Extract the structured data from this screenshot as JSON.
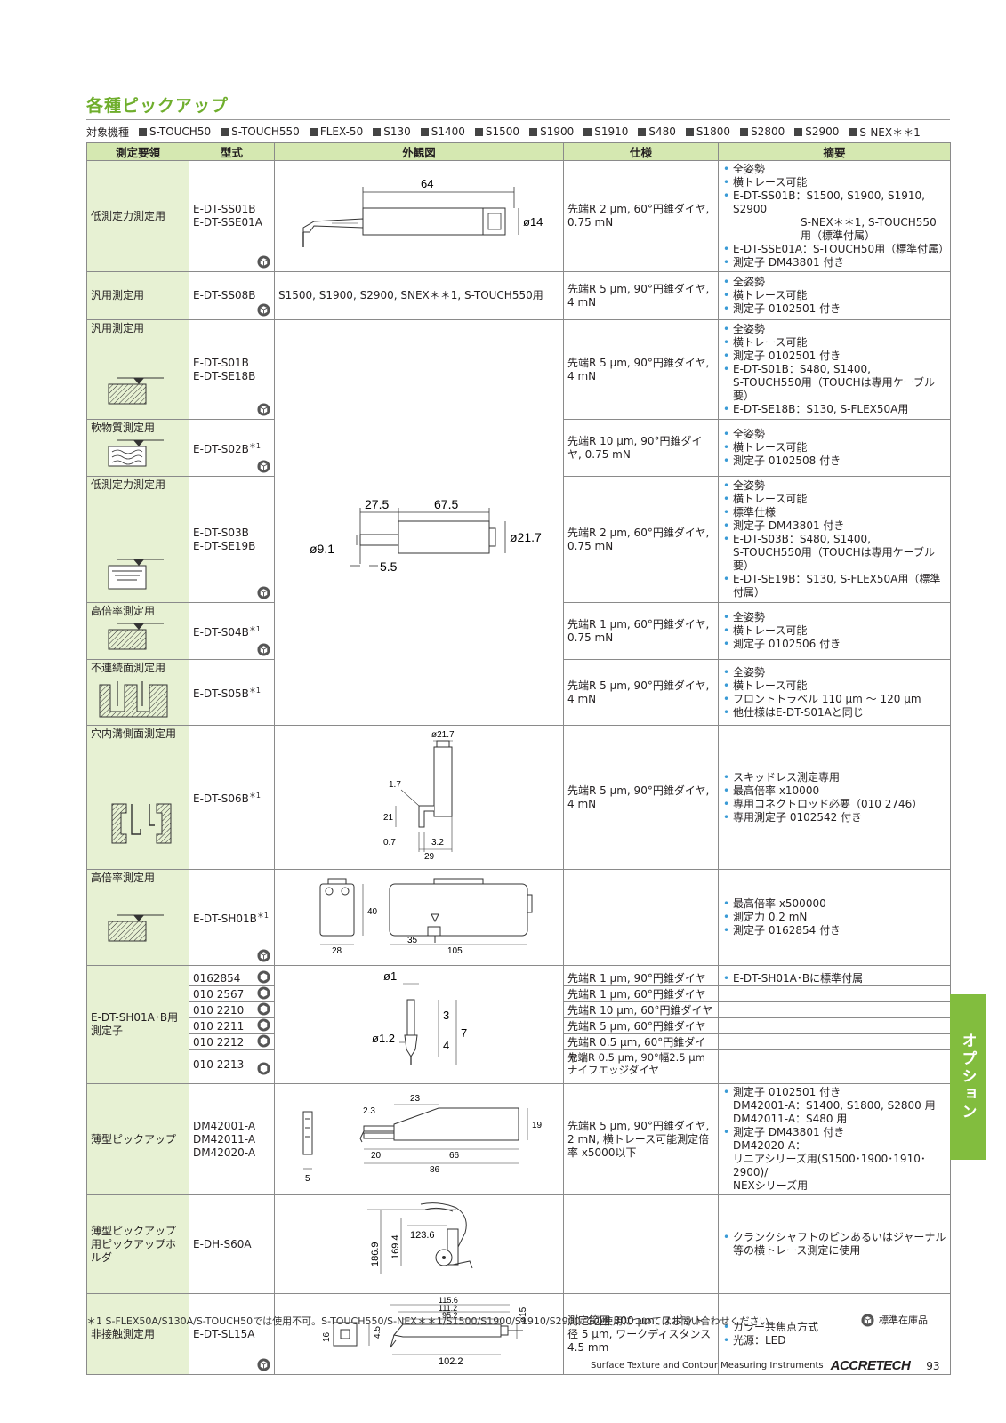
{
  "title": "各種ピックアップ",
  "models_label": "対象機種",
  "models": [
    "S-TOUCH50",
    "S-TOUCH550",
    "FLEX-50",
    "S130",
    "S1400",
    "S1500",
    "S1900",
    "S1910",
    "S480",
    "S1800",
    "S2800",
    "S2900",
    "S-NEX＊＊1"
  ],
  "headers": {
    "purpose": "測定要領",
    "model": "型式",
    "figure": "外観図",
    "spec": "仕様",
    "summary": "摘要"
  },
  "rows": {
    "r1": {
      "purpose": "低測定力測定用",
      "model1": "E-DT-SS01B",
      "model2": "E-DT-SSE01A",
      "spec": "先端R 2 μm, 60°円錐ダイヤ, 0.75 mN",
      "sum": [
        "全姿勢",
        "横トレース可能",
        "E-DT-SS01B：S1500, S1900, S1910, S2900",
        "S-NEX＊＊1, S-TOUCH550",
        "用（標準付属）",
        "E-DT-SSE01A：S-TOUCH50用（標準付属）",
        "測定子 DM43801 付き"
      ],
      "dim_len": "64",
      "dim_dia": "ø14"
    },
    "r2": {
      "purpose": "汎用測定用",
      "model": "E-DT-SS08B",
      "fig_text": "S1500, S1900, S2900, SNEX＊＊1, S-TOUCH550用",
      "spec": "先端R 5 μm, 90°円錐ダイヤ, 4 mN",
      "sum": [
        "全姿勢",
        "横トレース可能",
        "測定子 0102501 付き"
      ]
    },
    "r3": {
      "purpose": "汎用測定用",
      "model1": "E-DT-S01B",
      "model2": "E-DT-SE18B",
      "spec": "先端R 5 μm, 90°円錐ダイヤ, 4 mN",
      "sum": [
        "全姿勢",
        "横トレース可能",
        "測定子 0102501 付き",
        "E-DT-S01B：S480, S1400,",
        "S-TOUCH550用（TOUCHは専用ケーブル要）",
        "E-DT-SE18B：S130, S-FLEX50A用"
      ]
    },
    "r4": {
      "purpose": "軟物質測定用",
      "model": "E-DT-S02B",
      "sup": "＊1",
      "spec": "先端R 10 μm, 90°円錐ダイヤ, 0.75 mN",
      "sum": [
        "全姿勢",
        "横トレース可能",
        "測定子 0102508 付き"
      ]
    },
    "r5": {
      "purpose": "低測定力測定用",
      "model1": "E-DT-S03B",
      "model2": "E-DT-SE19B",
      "spec": "先端R 2 μm, 60°円錐ダイヤ, 0.75 mN",
      "sum": [
        "全姿勢",
        "横トレース可能",
        "標準仕様",
        "測定子 DM43801 付き",
        "E-DT-S03B：S480, S1400,",
        "S-TOUCH550用（TOUCHは専用ケーブル要）",
        "E-DT-SE19B：S130, S-FLEX50A用（標準付属）"
      ],
      "dim_a": "27.5",
      "dim_b": "67.5",
      "dim_c": "ø9.1",
      "dim_d": "ø21.7",
      "dim_e": "5.5"
    },
    "r6": {
      "purpose": "高倍率測定用",
      "model": "E-DT-S04B",
      "sup": "＊1",
      "spec": "先端R 1 μm, 60°円錐ダイヤ, 0.75 mN",
      "sum": [
        "全姿勢",
        "横トレース可能",
        "測定子 0102506 付き"
      ]
    },
    "r7": {
      "purpose": "不連続面測定用",
      "model": "E-DT-S05B",
      "sup": "＊1",
      "spec": "先端R 5 μm, 90°円錐ダイヤ, 4 mN",
      "sum": [
        "全姿勢",
        "横トレース可能",
        "フロントトラベル 110 μm ～ 120 μm",
        "他仕様はE-DT-S01Aと同じ"
      ]
    },
    "r8": {
      "purpose": "穴内溝側面測定用",
      "model": "E-DT-S06B",
      "sup": "＊1",
      "spec": "先端R 5 μm, 90°円錐ダイヤ, 4 mN",
      "sum": [
        "スキッドレス測定専用",
        "最高倍率 x10000",
        "専用コネクトロッド必要（010 2746）",
        "専用測定子 0102542 付き"
      ],
      "dim_a": "ø21.7",
      "dim_b": "1.7",
      "dim_c": "21",
      "dim_d": "0.7",
      "dim_e": "3.2",
      "dim_f": "29"
    },
    "r9": {
      "purpose": "高倍率測定用",
      "model": "E-DT-SH01B",
      "sup": "＊1",
      "sum": [
        "最高倍率 x500000",
        "測定力 0.2 mN",
        "測定子 0162854 付き"
      ],
      "dim_a": "40",
      "dim_b": "28",
      "dim_c": "35",
      "dim_d": "105"
    },
    "r10": {
      "purpose": "E-DT-SH01A･B用測定子",
      "items": [
        {
          "code": "0162854",
          "spec": "先端R 1 μm, 90°円錐ダイヤ",
          "sum": "E-DT-SH01A･Bに標準付属"
        },
        {
          "code": "010 2567",
          "spec": "先端R 1 μm, 60°円錐ダイヤ",
          "sum": ""
        },
        {
          "code": "010 2210",
          "spec": "先端R 10 μm, 60°円錐ダイヤ",
          "sum": ""
        },
        {
          "code": "010 2211",
          "spec": "先端R 5 μm, 60°円錐ダイヤ",
          "sum": ""
        },
        {
          "code": "010 2212",
          "spec": "先端R 0.5 μm, 60°円錐ダイヤ",
          "sum": ""
        },
        {
          "code": "010 2213",
          "spec": "先端R 0.5 μm, 90°幅2.5 μmナイフエッジダイヤ",
          "sum": ""
        }
      ],
      "dim_a": "ø1",
      "dim_b": "3",
      "dim_c": "7",
      "dim_d": "ø1.2",
      "dim_e": "4"
    },
    "r11": {
      "purpose": "薄型ピックアップ",
      "model1": "DM42001-A",
      "model2": "DM42011-A",
      "model3": "DM42020-A",
      "spec": "先端R 5 μm, 90°円錐ダイヤ, 2 mN, 横トレース可能測定倍率 x5000以下",
      "sum": [
        "測定子 0102501 付き",
        "DM42001-A：S1400, S1800, S2800 用",
        "DM42011-A：S480 用",
        "測定子 DM43801 付き",
        "DM42020-A：",
        "リニアシリーズ用(S1500･1900･1910･2900)/",
        "NEXシリーズ用"
      ],
      "dim_a": "23",
      "dim_b": "2.3",
      "dim_c": "19",
      "dim_d": "20",
      "dim_e": "66",
      "dim_f": "86",
      "dim_g": "5"
    },
    "r12": {
      "purpose": "薄型ピックアップ用ピックアップホルダ",
      "model": "E-DH-S60A",
      "sum": [
        "クランクシャフトのピンあるいはジャーナル等の横トレース測定に使用"
      ],
      "dim_a": "123.6",
      "dim_b": "186.9",
      "dim_c": "169.4"
    },
    "r13": {
      "purpose": "非接触測定用",
      "model": "E-DT-SL15A",
      "spec": "測定範囲 300 μm, スポット径 5 μm, ワークディスタンス 4.5 mm",
      "sum": [
        "カラー共焦点方式",
        "光源：LED"
      ],
      "dim_a": "115.6",
      "dim_b": "111.2",
      "dim_c": "95.2",
      "dim_d": "ø15",
      "dim_e": "16",
      "dim_f": "4.5",
      "dim_g": "102.2"
    }
  },
  "footnote": "＊1 S-FLEX50A/S130A/S-TOUCH50では使用不可。S-TOUCH550/S-NEX＊＊1/S1500/S1900/S1910/S2900 での使用についてはお問い合わせください。",
  "stock_label": "標準在庫品",
  "side_tab": "オプション",
  "footer_text": "Surface Texture and Contour Measuring Instruments",
  "footer_brand": "ACCRETECH",
  "page_number": "93",
  "colors": {
    "accent": "#6fae2d",
    "header_bg": "#d5e8b1",
    "purpose_bg": "#e7f1d3",
    "tab_bg": "#82bd3e",
    "bullet": "#3a9bd6"
  }
}
